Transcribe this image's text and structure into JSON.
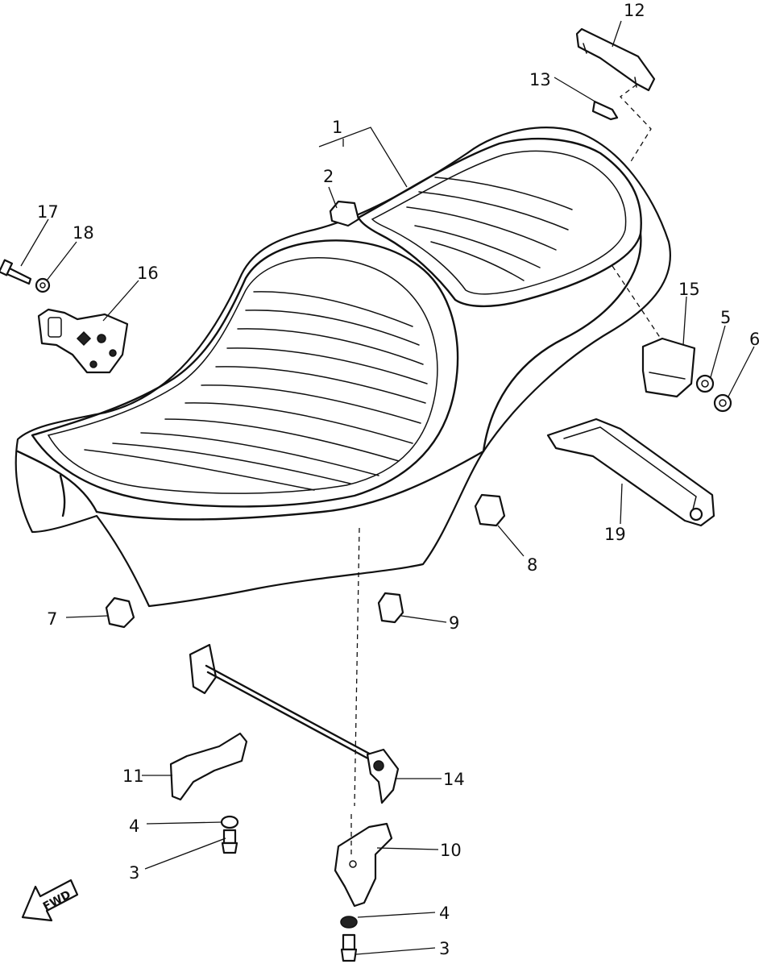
{
  "callouts": {
    "c1": "1",
    "c2": "2",
    "c3_a": "3",
    "c3_b": "3",
    "c4_a": "4",
    "c4_b": "4",
    "c5": "5",
    "c6": "6",
    "c7": "7",
    "c8": "8",
    "c9": "9",
    "c10": "10",
    "c11": "11",
    "c12": "12",
    "c13": "13",
    "c14": "14",
    "c15": "15",
    "c16": "16",
    "c17": "17",
    "c18": "18",
    "c19": "19"
  },
  "direction_arrow": {
    "label": "FWD"
  }
}
